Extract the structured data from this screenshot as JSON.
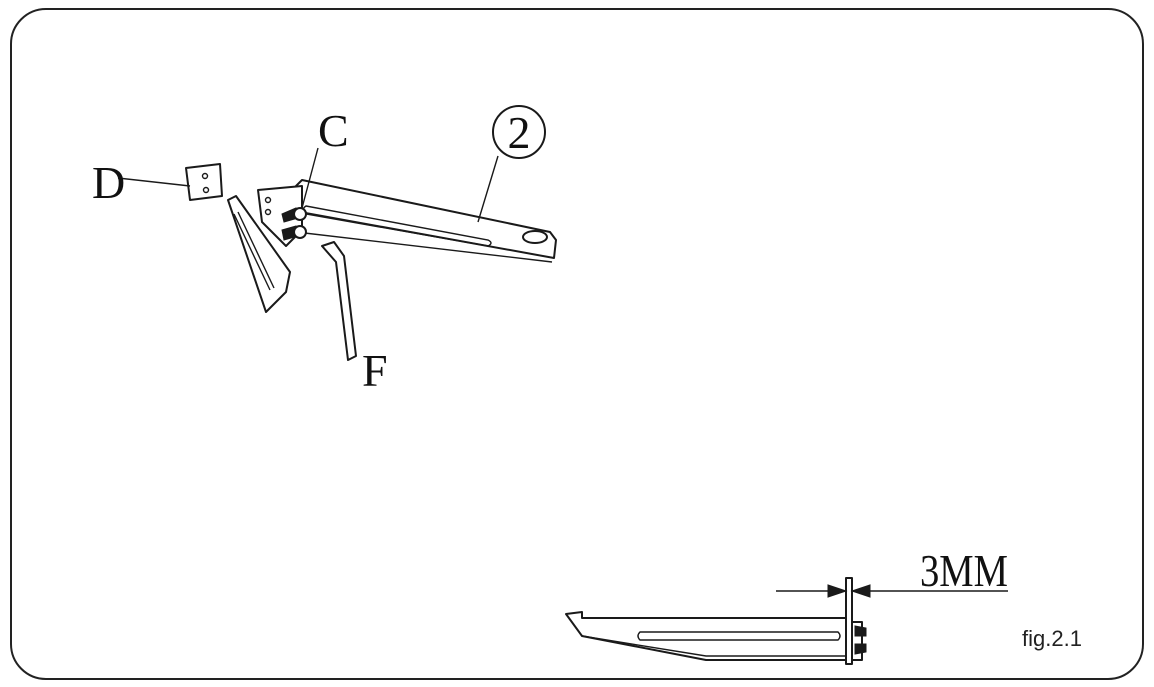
{
  "diagram": {
    "labels": {
      "part_d": "D",
      "part_c": "C",
      "part_f": "F",
      "part_number": "2",
      "dimension": "3MM"
    },
    "caption": "fig.2.1"
  }
}
